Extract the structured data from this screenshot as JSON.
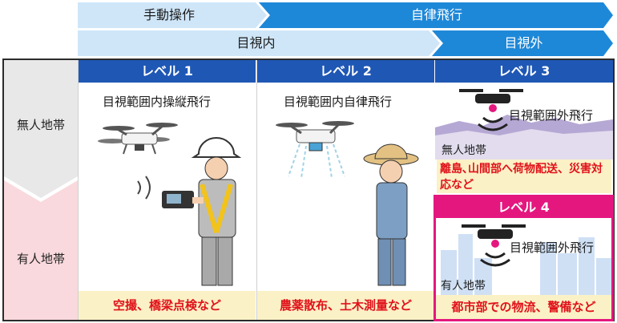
{
  "operation": {
    "manual": "手動操作",
    "autonomous": "自律飛行"
  },
  "visibility": {
    "within": "目視内",
    "beyond": "目視外"
  },
  "zones": {
    "unmanned": "無人地帯",
    "manned": "有人地帯"
  },
  "levels": [
    {
      "label": "レベル 1",
      "title": "目視範囲内操縦飛行",
      "example": "空撮、橋梁点検など"
    },
    {
      "label": "レベル 2",
      "title": "目視範囲内自律飛行",
      "example": "農薬散布、土木測量など"
    },
    {
      "label": "レベル 3",
      "title": "目視範囲外飛行",
      "zone": "無人地帯",
      "example": "離島､山間部へ荷物配送、災害対応など"
    },
    {
      "label": "レベル 4",
      "title": "目視範囲外飛行",
      "zone": "有人地帯",
      "example": "都市部での物流、警備など"
    }
  ],
  "colors": {
    "arrow_light": "#cfe6f8",
    "arrow_dark": "#1e88d8",
    "level_header": "#1f57b5",
    "level4_header": "#e4177f",
    "unmanned_band": "#e8e8e8",
    "manned_band": "#f9d9dd",
    "example_bg": "#fbf1c6",
    "example_text": "#e0121a"
  }
}
